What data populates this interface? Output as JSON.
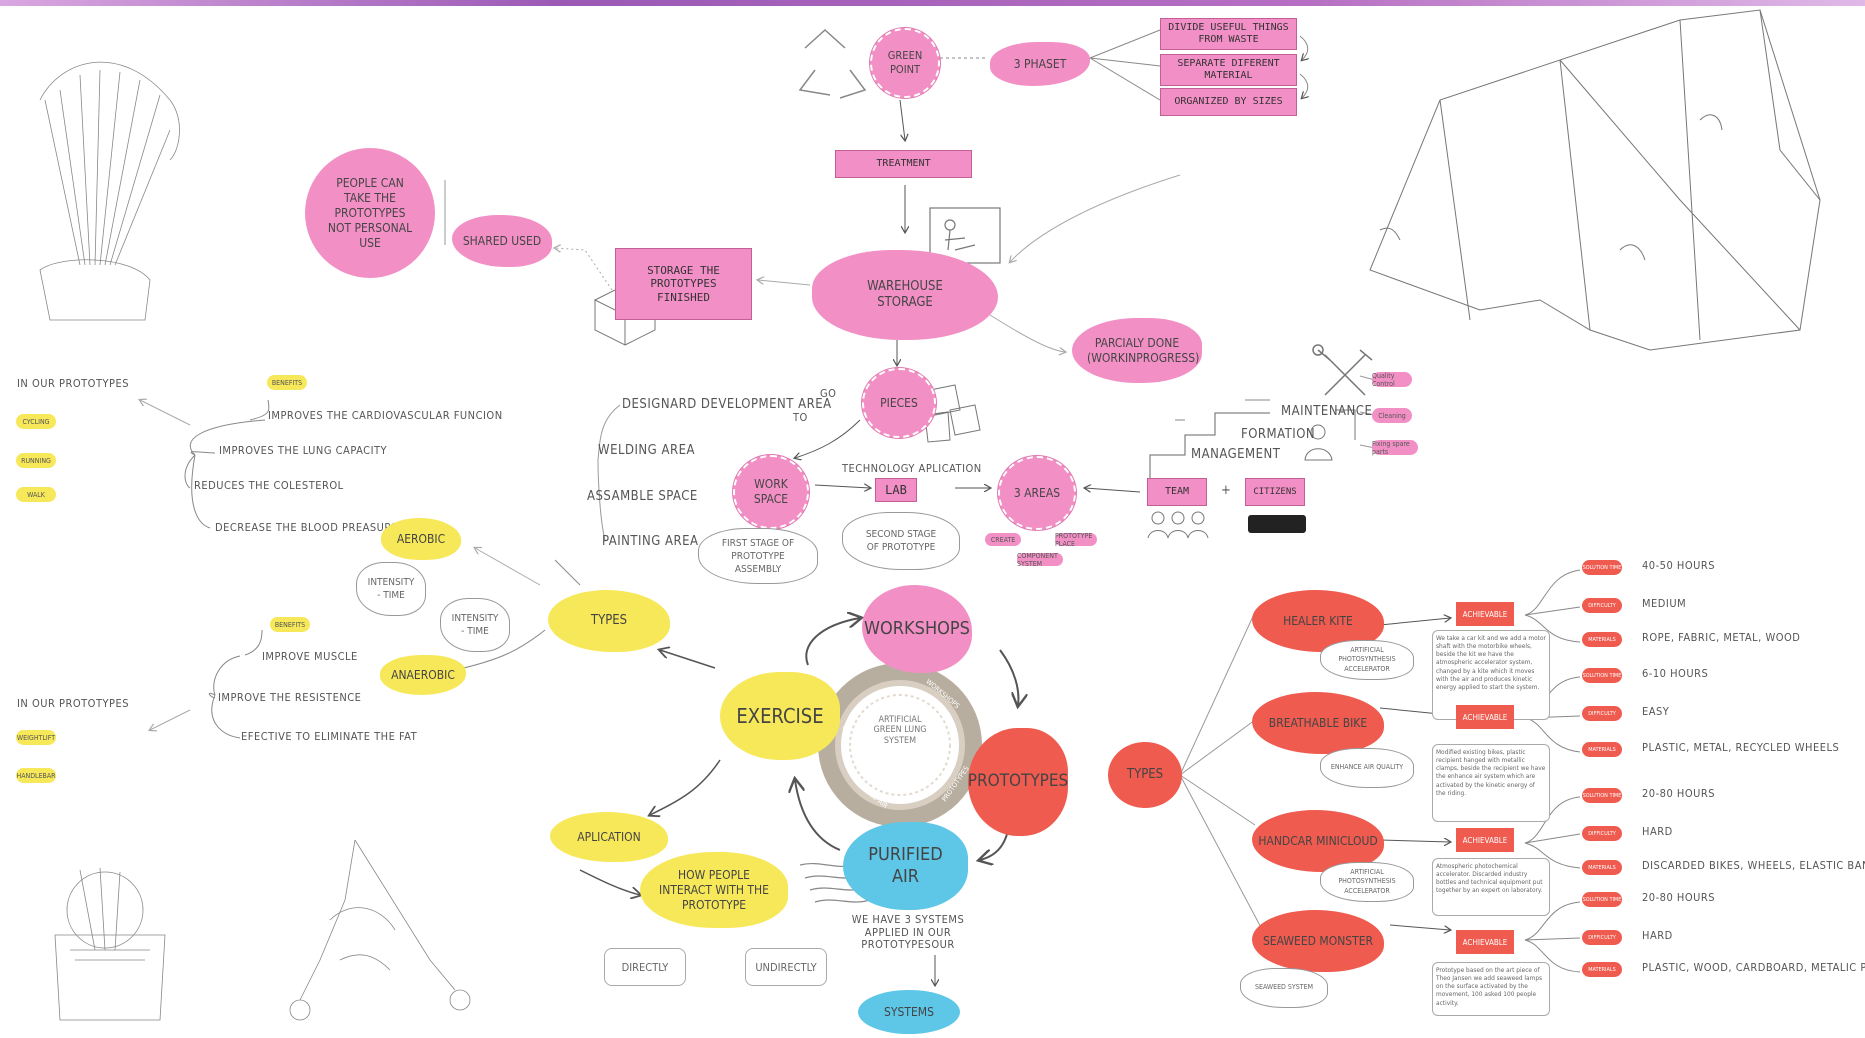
{
  "top_flow": {
    "green_point": "GREEN POINT",
    "phaset": "3 PHASET",
    "steps": [
      "DIVIDE USEFUL THINGS FROM WASTE",
      "SEPARATE DIFERENT MATERIAL",
      "ORGANIZED BY SIZES"
    ],
    "treatment": "TREATMENT",
    "warehouse": "WAREHOUSE STORAGE",
    "storage": "STORAGE THE PROTOTYPES FINISHED",
    "shared_used": "SHARED USED",
    "people_take": "PEOPLE CAN TAKE THE PROTOTYPES NOT PERSONAL USE",
    "partially_done": "PARCIALY DONE (WORKINPROGRESS)",
    "pieces": "PIECES"
  },
  "dev_area": {
    "items": [
      "DESIGNARD DEVELOPMENT AREA",
      "WELDING AREA",
      "ASSAMBLE SPACE",
      "PAINTING AREA"
    ],
    "go": "GO",
    "to": "TO",
    "work_space": "WORK SPACE",
    "tech_label": "TECHNOLOGY APLICATION",
    "lab": "LAB",
    "areas": "3 AREAS",
    "first_stage": "FIRST STAGE OF PROTOTYPE ASSEMBLY",
    "second_stage": "SECOND STAGE OF PROTOTYPE",
    "area_pills": [
      "CREATE",
      "PROTOTYPE PLACE",
      "COMPONENT SYSTEM"
    ]
  },
  "management": {
    "maintenance": "MAINTENANCE",
    "formation": "FORMATION",
    "management": "MANAGEMENT",
    "team": "TEAM",
    "plus": "+",
    "citizens": "CITIZENS",
    "pills": [
      "Quality Control",
      "Cleaning",
      "Fixing spare parts"
    ]
  },
  "exercise": {
    "in_our_prototypes": "IN OUR PROTOTYPES",
    "left_top_pills": [
      "CYCLING",
      "RUNNING",
      "WALK"
    ],
    "benefits": "BENEFITS",
    "aerobic_benefits": [
      "IMPROVES THE CARDIOVASCULAR FUNCION",
      "IMPROVES THE LUNG CAPACITY",
      "REDUCES THE COLESTEROL",
      "DECREASE THE BLOOD PREASURE"
    ],
    "anaerobic_benefits": [
      "IMPROVE MUSCLE",
      "IMPROVE THE RESISTENCE",
      "EFECTIVE TO ELIMINATE THE FAT"
    ],
    "left_bottom_pills": [
      "WEIGHTLIFT",
      "HANDLEBAR"
    ],
    "aerobic": "AEROBIC",
    "anaerobic": "ANAEROBIC",
    "intensity_time": "INTENSITY - TIME",
    "types": "TYPES",
    "exercise": "EXERCISE",
    "aplication": "APLICATION",
    "how_people": "HOW PEOPLE INTERACT WITH THE PROTOTYPE",
    "directly": "DIRECTLY",
    "undirectly": "UNDIRECTLY"
  },
  "center": {
    "workshops": "WORKSHOPS",
    "prototypes": "PROTOTYPES",
    "purified_air": "PURIFIED AIR",
    "systems_note": "WE HAVE 3 SYSTEMS APPLIED IN OUR PROTOTYPESOUR",
    "systems": "SYSTEMS",
    "core": "ARTIFICIAL GREEN LUNG SYSTEM",
    "ring_labels": [
      "EXERCISE",
      "WORKSHOPS",
      "PROTOTYPES",
      "PURIFIED AIR"
    ]
  },
  "prototypes": {
    "types": "TYPES",
    "items": [
      {
        "name": "HEALER KITE",
        "tag": "ACHIEVABLE",
        "sub": "ARTIFICIAL PHOTOSYNTHESIS ACCELERATOR",
        "note": "We take a car kit and we add a motor shaft with the motorbike wheels, beside the kit we have the atmospheric accelerator system, changed by a kite which it moves with the air and produces kinetic energy applied to start the system.",
        "rows": [
          [
            "SOLUTION TIME",
            "40-50 HOURS"
          ],
          [
            "DIFFICULTY",
            "MEDIUM"
          ],
          [
            "MATERIALS",
            "ROPE, FABRIC, METAL, WOOD"
          ]
        ]
      },
      {
        "name": "BREATHABLE BIKE",
        "tag": "ACHIEVABLE",
        "sub": "ENHANCE AIR QUALITY",
        "note": "Modified existing bikes, plastic recipient hanged with metallic clamps, beside the recipient we have the enhance air system which are activated by the kinetic energy of the riding.",
        "rows": [
          [
            "SOLUTION TIME",
            "6-10 HOURS"
          ],
          [
            "DIFFICULTY",
            "EASY"
          ],
          [
            "MATERIALS",
            "PLASTIC, METAL, RECYCLED WHEELS"
          ]
        ]
      },
      {
        "name": "HANDCAR MINICLOUD",
        "tag": "ACHIEVABLE",
        "sub": "ARTIFICIAL PHOTOSYNTHESIS ACCELERATOR",
        "note": "Atmospheric photochemical accelerator. Discarded industry bottles and technical equipment put together by an expert on laboratory.",
        "rows": [
          [
            "SOLUTION TIME",
            "20-80 HOURS"
          ],
          [
            "DIFFICULTY",
            "HARD"
          ],
          [
            "MATERIALS",
            "DISCARDED BIKES, WHEELS, ELASTIC BAND, TUBES"
          ]
        ]
      },
      {
        "name": "SEAWEED MONSTER",
        "tag": "ACHIEVABLE",
        "sub": "SEAWEED SYSTEM",
        "note": "Prototype based on the art piece of Theo Jansen we add seaweed lamps on the surface activated by the movement, 100 asked 100 people activity.",
        "rows": [
          [
            "SOLUTION TIME",
            "20-80 HOURS"
          ],
          [
            "DIFFICULTY",
            "HARD"
          ],
          [
            "MATERIALS",
            "PLASTIC, WOOD, CARDBOARD, METALIC PROFILES"
          ]
        ]
      }
    ]
  },
  "colors": {
    "pink": "#f290c6",
    "yellow": "#f7e85a",
    "red": "#ef5b4f",
    "blue": "#5ec6e6",
    "purple_bar": "#b66fc2"
  }
}
